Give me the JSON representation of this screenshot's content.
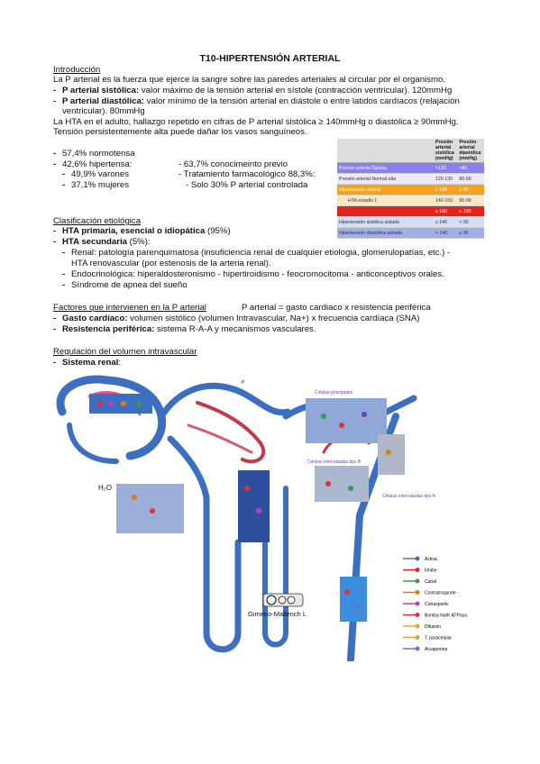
{
  "title": "T10-HIPERTENSIÓN ARTERIAL",
  "intro": {
    "heading": "Introducción",
    "line1": "La P arterial es la fuerza que ejerce la sangre sobre las paredes arteriales al circular por el organismo.",
    "sist_label": "P arterial sistólica:",
    "sist_text": " valor máximo de la tensión arterial en sístole (contracción ventricular). 120mmHg",
    "diast_label": "P arterial diastólica:",
    "diast_text": " valor mínimo de la tensión arterial en diástole o entre latidos cardíacos (relajación",
    "diast_text2": "ventricular). 80mmHg",
    "hta1": "La HTA en el adulto, hallazgo repetido en cifras de P arterial sistólica ≥ 140mmHg o diastólica  ≥ 90mmHg.",
    "hta2": "Tensión persistentemente alta puede dañar los vasos  sanguíneos."
  },
  "stats": {
    "s1": "57,4% normotensa",
    "s2": "42,6% hipertensa:",
    "s2b": "- 63,7% conocimeinto previo",
    "s3": "49,9% varones",
    "s3b": "- Tratamiento farmacológico 88,3%:",
    "s4": "37,1% mujeres",
    "s4b": "- Solo 30% P arterial controlada"
  },
  "bp_table": {
    "headers": [
      "",
      "Presión arterial sistólica (mmHg)",
      "Presión arterial diastólica (mmHg)"
    ],
    "rows": [
      {
        "label": "Presión arterial Óptima",
        "sys": "<120",
        "dia": "<80",
        "color": "#8a7ff0",
        "text": "#ffffff"
      },
      {
        "label": "Presión arterial Normal-alta",
        "sys": "120-139",
        "dia": "80-89",
        "color": "#ece9f8",
        "text": "#333333"
      },
      {
        "label": "Hipertensión arterial",
        "sys": "≥ 140",
        "dia": "≥ 90",
        "color": "#f6a21a",
        "text": "#ffffff"
      },
      {
        "label": "HTA estadio 1",
        "sys": "140-159",
        "dia": "90-99",
        "color": "#fde8c4",
        "text": "#333333"
      },
      {
        "label": "",
        "sys": "≥ 160",
        "dia": "≥ 100",
        "color": "#e2231a",
        "text": "#ffffff"
      },
      {
        "label": "Hipertensión sistólica aislada",
        "sys": "≥ 140",
        "dia": "< 90",
        "color": "#d6dcf2",
        "text": "#333333"
      },
      {
        "label": "Hipertensión diastólica aislada",
        "sys": "< 140",
        "dia": "≥ 90",
        "color": "#9fb0e8",
        "text": "#333333"
      }
    ]
  },
  "clasif": {
    "heading": "Clasificación etiológica",
    "prim_label": "HTA primaria, esencial o idiopática",
    "prim_text": " (95%)",
    "sec_label": "HTA secundaria",
    "sec_text": " (5%):",
    "renal": "Renal: patología parenquimatosa (insuficiencia renal de cualquier etiologia, glomerulopatías, etc.) -",
    "renal2": "HTA renovascular (por estenosis de la arteria renal).",
    "endo": "Endocrinológica: hiperaldosteronismo - hipertiroidismo - feocromocitoma - anticonceptivos orales.",
    "sahs": "Síndrome de apnea del sueño"
  },
  "factores": {
    "heading": "Factores que intervienen en la P arterial",
    "formula": "P arterial = gasto cardiaco x resistencia periférica",
    "gc_label": "Gasto cardíaco:",
    "gc_text": " volumen sistólico (volumen Intravascular, Na+) x frecuencia cardíaca (SNA)",
    "rp_label": "Resistencia periférica:",
    "rp_text": " sistema R-A-A y mecanismos vasculares."
  },
  "regulacion": {
    "heading": "Regulación del volumen intravascular",
    "renal_label": "Sistema renal",
    "renal_colon": ":"
  },
  "diagram": {
    "credit": "Gimeno-Mallench L",
    "h2o": "H₂O",
    "p_label": "P",
    "cell_principal": "Células principales",
    "cell_b": "Células intercaladas tipo B",
    "cell_a": "Células intercaladas tipo A",
    "legend": [
      {
        "label": "Activa",
        "color": "#4a6fc8"
      },
      {
        "label": "Inhibe",
        "color": "#d22a2a"
      },
      {
        "label": "Canal",
        "color": "#3a9a4a"
      },
      {
        "label": "Contratrasporte",
        "color": "#e07820"
      },
      {
        "label": "Cotrasporte",
        "color": "#c040c0"
      },
      {
        "label": "Bomba Na/K ATPasa",
        "color": "#e0303a"
      },
      {
        "label": "Difusión",
        "color": "#f0a030"
      },
      {
        "label": "T. paracelular",
        "color": "#e0a020"
      },
      {
        "label": "Acuaporina",
        "color": "#5a7ad0"
      }
    ]
  }
}
